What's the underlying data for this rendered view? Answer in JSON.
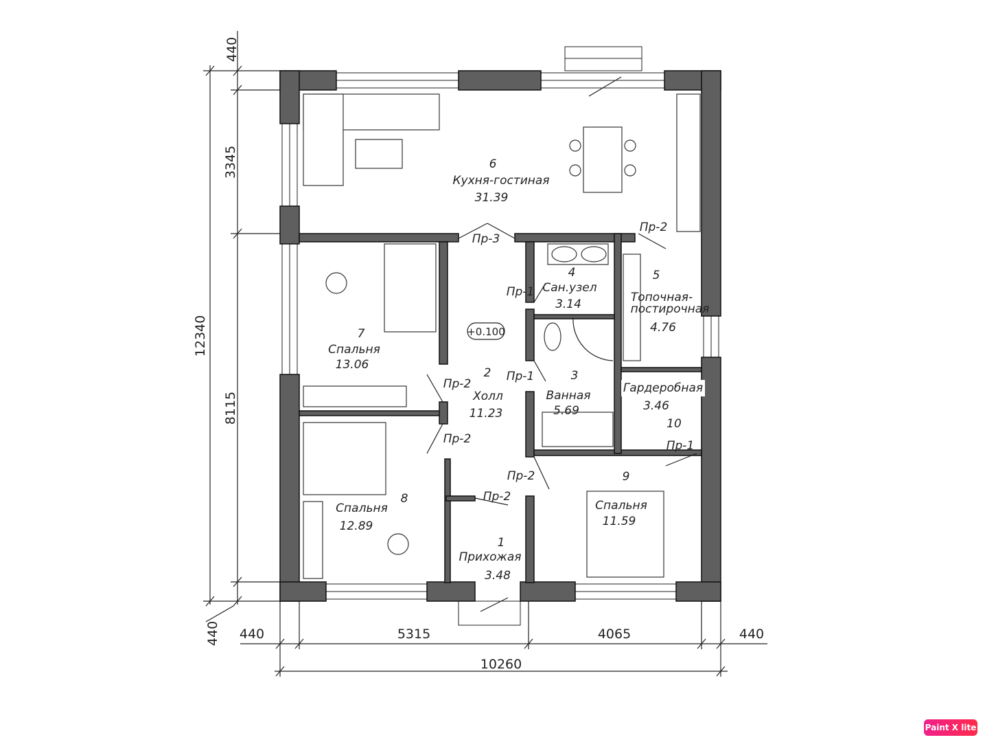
{
  "rooms": [
    {
      "number": "6",
      "name": "Кухня-гостиная",
      "area": "31.39"
    },
    {
      "number": "7",
      "name": "Спальня",
      "area": "13.06"
    },
    {
      "number": "2",
      "name": "Холл",
      "area": "11.23"
    },
    {
      "number": "4",
      "name": "Сан.узел",
      "area": "3.14"
    },
    {
      "number": "5",
      "name": "Топочная-постирочная",
      "name_line1": "Топочная-",
      "name_line2": "постирочная",
      "area": "4.76"
    },
    {
      "number": "3",
      "name": "Ванная",
      "area": "5.69"
    },
    {
      "number": "10",
      "name": "Гардеробная",
      "area": "3.46"
    },
    {
      "number": "8",
      "name": "Спальня",
      "area": "12.89"
    },
    {
      "number": "1",
      "name": "Прихожая",
      "area": "3.48"
    },
    {
      "number": "9",
      "name": "Спальня",
      "area": "11.59"
    }
  ],
  "openings": {
    "pr1": "Пр-1",
    "pr2": "Пр-2",
    "pr3": "Пр-3"
  },
  "level_mark": "+0.100",
  "dimensions": {
    "left_top": "440",
    "left_upper": "3345",
    "left_total": "12340",
    "left_lower": "8115",
    "left_bottom": "440",
    "bottom_left": "440",
    "bottom_mid_left": "5315",
    "bottom_mid_right": "4065",
    "bottom_right": "440",
    "bottom_total": "10260"
  },
  "watermark": "Paint X lite"
}
